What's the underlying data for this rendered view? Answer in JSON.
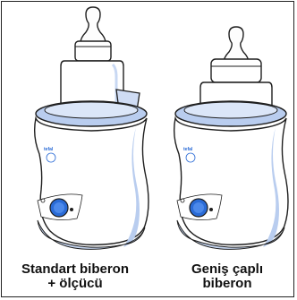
{
  "captions": {
    "left": {
      "line1": "Standart biberon",
      "line2": "+ ölçücü"
    },
    "right": {
      "line1": "Geniş çaplı",
      "line2": "biberon"
    }
  },
  "colors": {
    "warmer_body": "#ffffff",
    "warmer_rim": "#b9cdef",
    "warmer_shade": "#dbe6f8",
    "knob": "#2a6bd6",
    "outline": "#1e1e1e"
  },
  "icons": [
    "standard-bottle-illustration",
    "wide-neck-bottle-illustration",
    "bottle-warmer-illustration",
    "temperature-knob-icon"
  ]
}
